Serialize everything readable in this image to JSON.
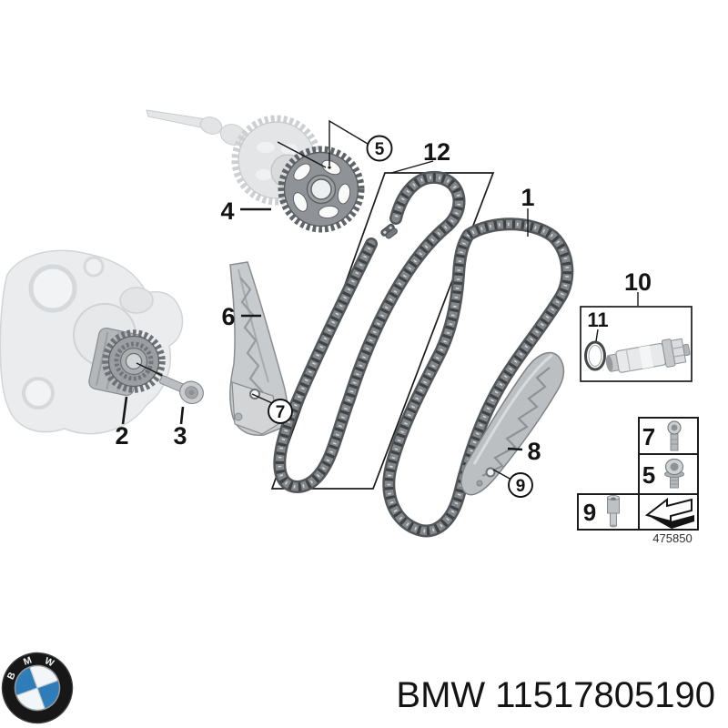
{
  "callouts": {
    "n1": "1",
    "n2": "2",
    "n3": "3",
    "n4": "4",
    "n5": "5",
    "n6": "6",
    "n7": "7",
    "n8": "8",
    "n9": "9",
    "n10": "10",
    "n11": "11",
    "n12": "12"
  },
  "legend": {
    "bolt_row": "7",
    "screw_row": "5",
    "pin_row": "9",
    "diagram_code": "475850"
  },
  "logo": {
    "letters": [
      "B",
      "M",
      "W"
    ],
    "blue": "#2e7db9"
  },
  "footer": {
    "part_label": "BMW 11517805190"
  }
}
